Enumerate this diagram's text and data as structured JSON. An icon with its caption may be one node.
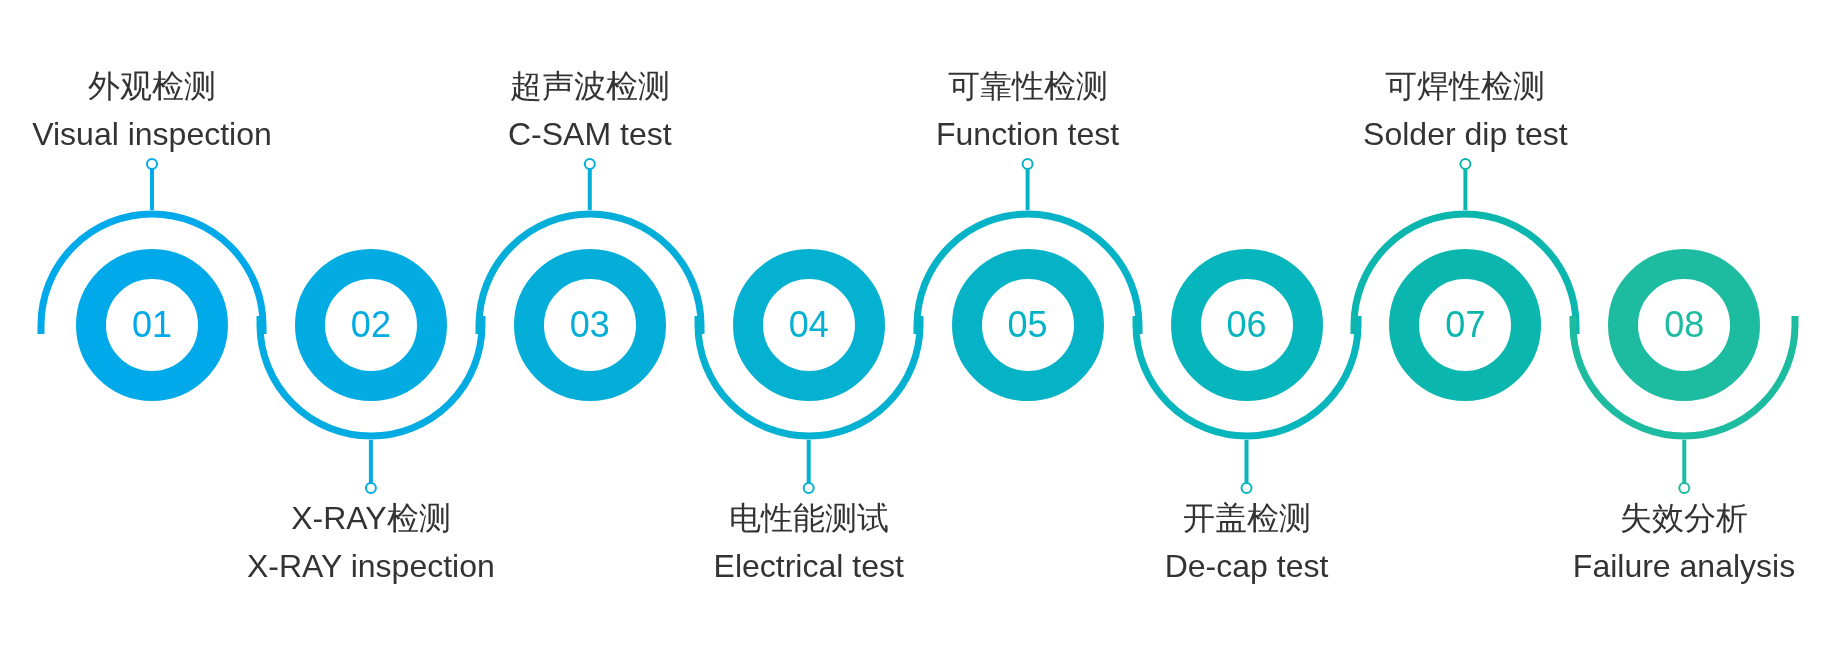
{
  "diagram": {
    "nodes": [
      {
        "text": [
          "外观检测",
          "Visual inspection"
        ]
      },
      {
        "text": [
          "01"
        ]
      },
      {
        "text": [
          "X-RAY检测",
          "X-RAY inspection"
        ]
      },
      {
        "text": [
          "02"
        ]
      },
      {
        "text": [
          "超声波检测",
          "C-SAM test"
        ]
      },
      {
        "text": [
          "03"
        ]
      },
      {
        "text": [
          "电性能测试",
          "Electrical test"
        ]
      },
      {
        "text": [
          "04"
        ]
      },
      {
        "text": [
          "可靠性检测",
          "Function test"
        ]
      },
      {
        "text": [
          "05"
        ]
      },
      {
        "text": [
          "开盖检测",
          "De-cap test"
        ]
      },
      {
        "text": [
          "06"
        ]
      },
      {
        "text": [
          "可焊性检测",
          "Solder dip test"
        ]
      },
      {
        "text": [
          "07"
        ]
      },
      {
        "text": [
          "失效分析",
          "Failure analysis"
        ]
      },
      {
        "text": [
          "08"
        ]
      }
    ],
    "edges": [
      {
        "from": 0,
        "to": 1,
        "arrow": "other"
      },
      {
        "from": 2,
        "to": 3,
        "arrow": "other"
      },
      {
        "from": 4,
        "to": 5,
        "arrow": "other"
      },
      {
        "from": 6,
        "to": 7,
        "arrow": "other"
      },
      {
        "from": 8,
        "to": 9,
        "arrow": "other"
      },
      {
        "from": 10,
        "to": 11,
        "arrow": "other"
      },
      {
        "from": 12,
        "to": 13,
        "arrow": "other"
      },
      {
        "from": 14,
        "to": 15,
        "arrow": "other"
      }
    ]
  }
}
